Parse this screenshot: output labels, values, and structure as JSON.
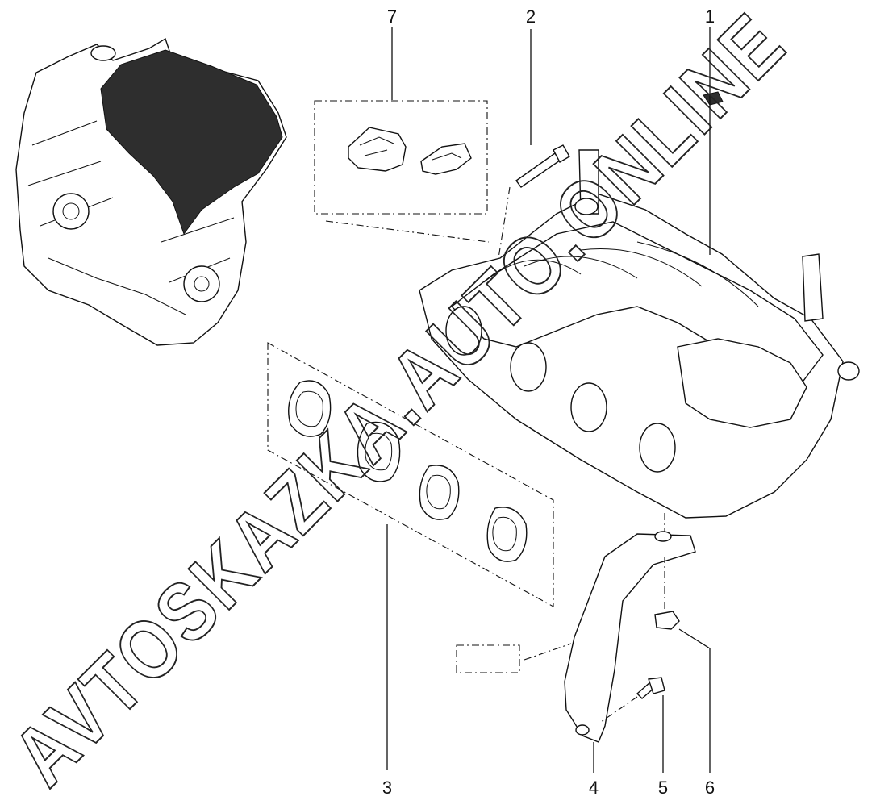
{
  "callouts": [
    "1",
    "2",
    "3",
    "4",
    "5",
    "6",
    "7"
  ],
  "watermark": "AVTOSKAZKA.AUTO.ONLINE"
}
